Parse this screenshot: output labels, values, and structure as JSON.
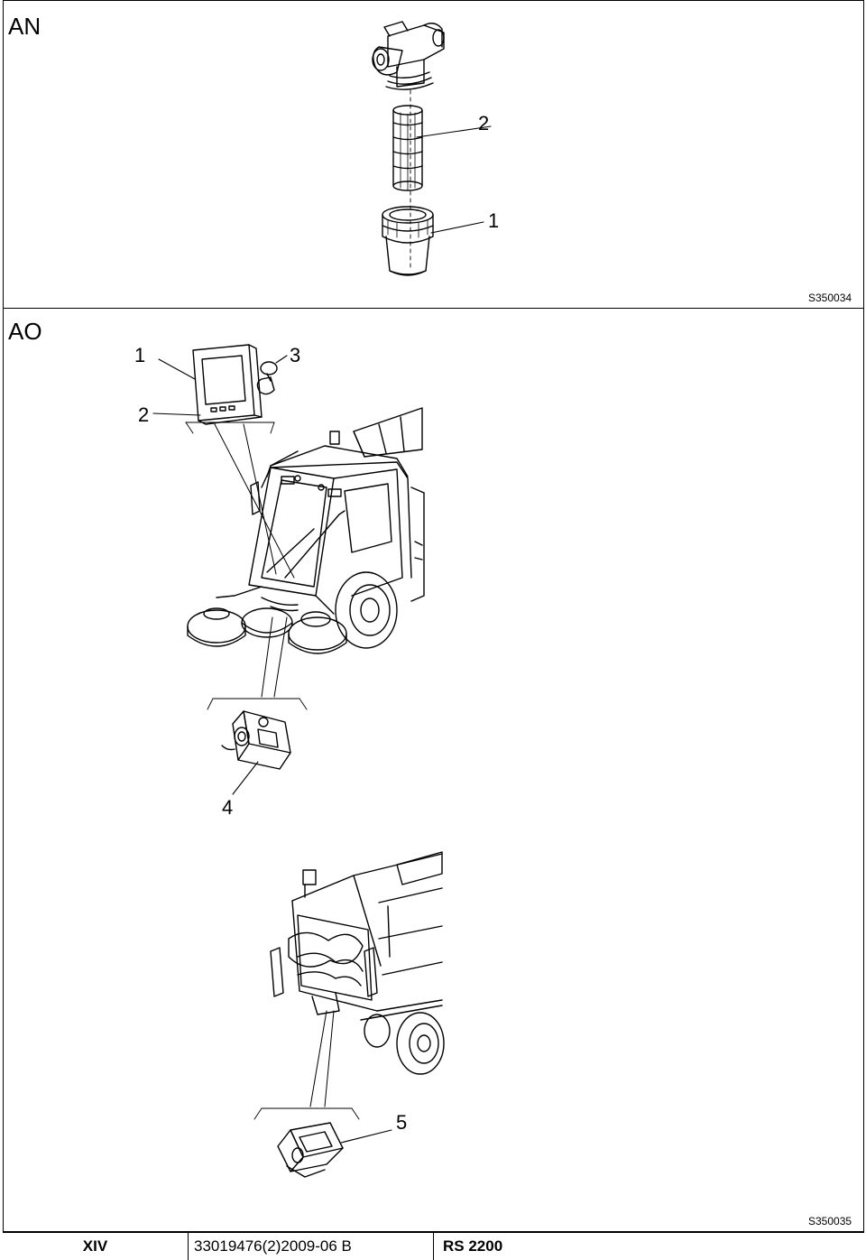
{
  "section_an": {
    "label": "AN",
    "callouts": [
      "2",
      "1"
    ],
    "reference": "S350034"
  },
  "section_ao": {
    "label": "AO",
    "callouts": [
      "1",
      "3",
      "2",
      "4",
      "5"
    ],
    "reference": "S350035"
  },
  "footer": {
    "page": "XIV",
    "doc_number": "33019476(2)2009-06 B",
    "model": "RS 2200"
  }
}
